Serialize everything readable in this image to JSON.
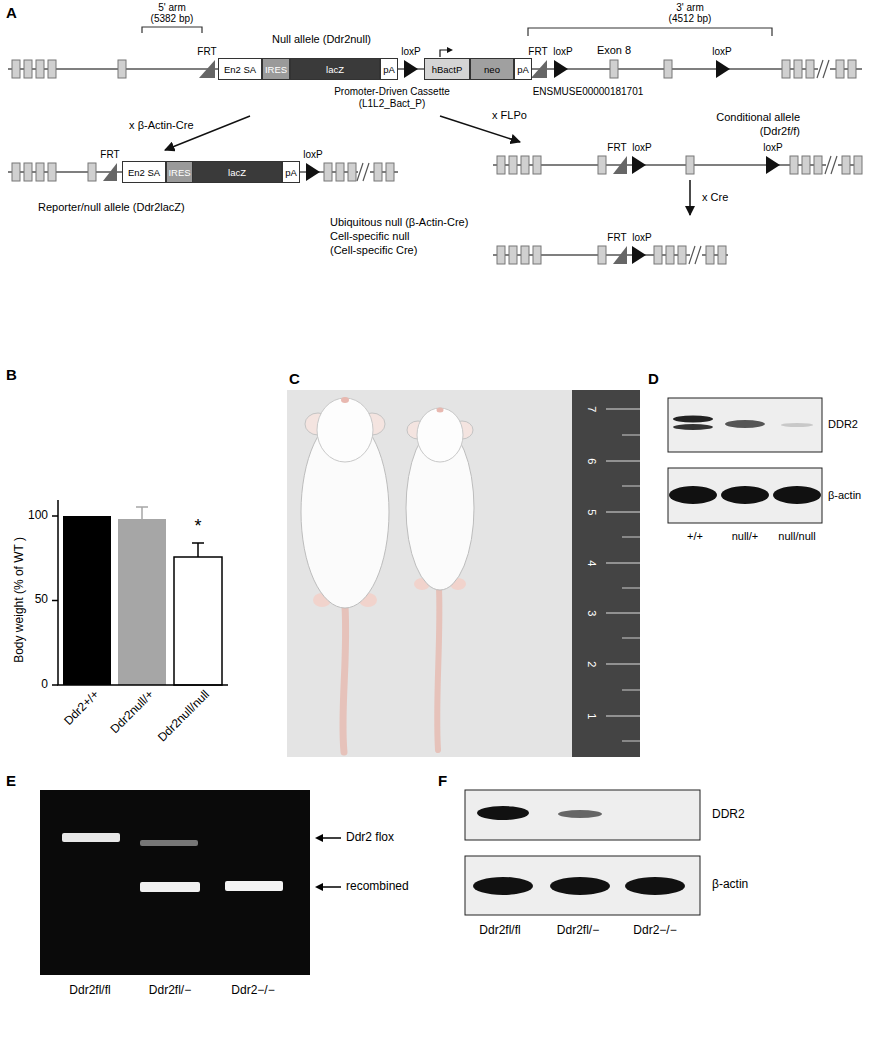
{
  "diagram": {
    "nodes": [
      {
        "text": [
          "Null allele (Ddr2null)"
        ]
      },
      {
        "text": [
          "En2 SA"
        ],
        "in": 0
      },
      {
        "text": [
          "IRES"
        ],
        "in": 0
      },
      {
        "text": [
          "lacZ"
        ],
        "in": 0
      },
      {
        "text": [
          "pA"
        ],
        "in": 0
      },
      {
        "text": [
          "hBactP"
        ],
        "in": 0
      },
      {
        "text": [
          "neo"
        ],
        "in": 0
      },
      {
        "text": [
          "pA"
        ],
        "in": 0
      },
      {
        "text": [
          "Reporter/null allele (Ddr2lacZ)"
        ]
      },
      {
        "text": [
          "En2 SA"
        ],
        "in": 8
      },
      {
        "text": [
          "IRES"
        ],
        "in": 8
      },
      {
        "text": [
          "lacZ"
        ],
        "in": 8
      },
      {
        "text": [
          "pA"
        ],
        "in": 8
      },
      {
        "text": [
          "Conditional allele (Ddr2f/f)"
        ]
      },
      {
        "text": [
          "Ubiquitous null (β-Actin-Cre)",
          "Cell-specific null (Cell-specific Cre)"
        ]
      }
    ],
    "edges": [
      {
        "from": 0,
        "to": 8,
        "label": "x β-Actin-Cre",
        "arrow": "to"
      },
      {
        "from": 0,
        "to": 13,
        "label": "x FLPo",
        "arrow": "to"
      },
      {
        "from": 13,
        "to": 14,
        "label": "x Cre",
        "arrow": "to"
      }
    ],
    "labels": [
      "A",
      "5' arm",
      "(5382 bp)",
      "3' arm",
      "(4512 bp)",
      "FRT",
      "loxP",
      "FRT",
      "loxP",
      "Exon 8",
      "loxP",
      "Promoter-Driven Cassette",
      "(L1L2_Bact_P)",
      "ENSMUSE00000181701",
      "FRT",
      "loxP",
      "FRT",
      "loxP",
      "loxP",
      "FRT",
      "loxP",
      "B",
      "Body weight (% of WT )",
      "100",
      "50",
      "0",
      "*",
      "Ddr2+/+",
      "Ddr2null/+",
      "Ddr2null/null",
      "C",
      "7",
      "6",
      "5",
      "4",
      "3",
      "2",
      "1",
      "D",
      "DDR2",
      "β-actin",
      "+/+",
      "null/+",
      "null/null",
      "E",
      "Ddr2 flox",
      "recombined",
      "Ddr2fl/fl",
      "Ddr2fl/−",
      "Ddr2−/−",
      "F",
      "DDR2",
      "β-actin",
      "Ddr2fl/fl",
      "Ddr2fl/−",
      "Ddr2−/−"
    ]
  }
}
